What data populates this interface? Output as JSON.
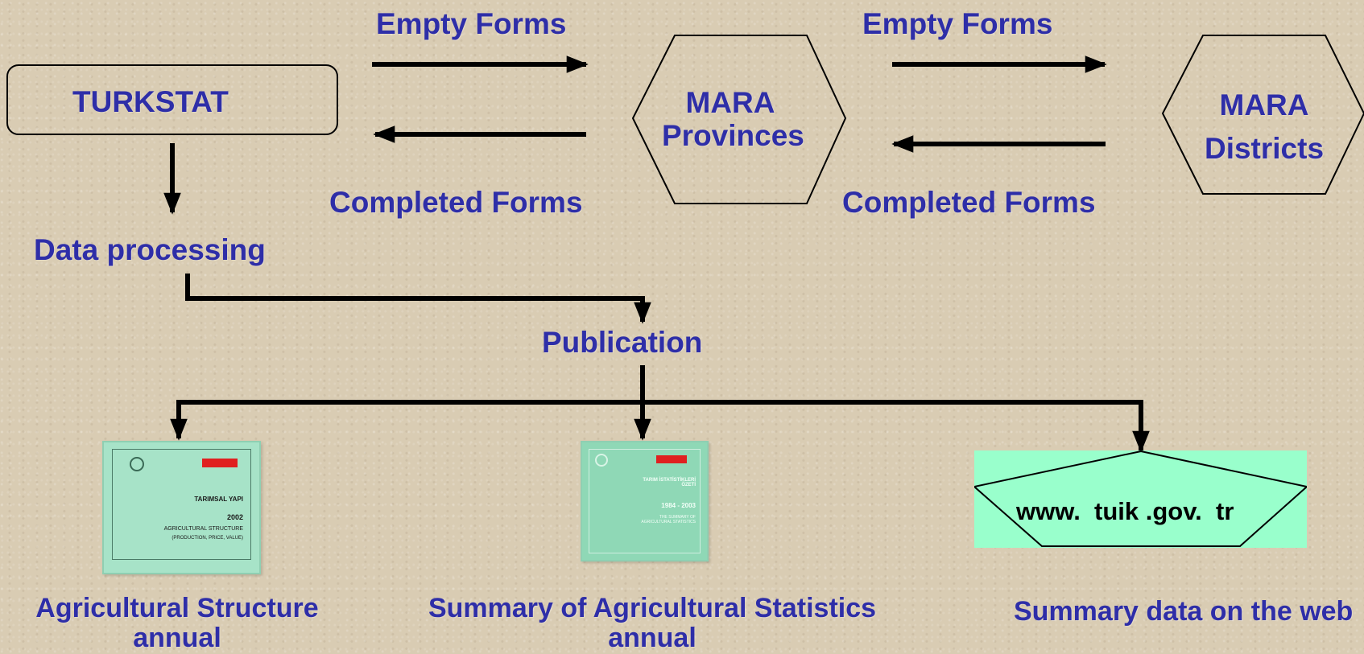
{
  "nodes": {
    "turkstat": "TURKSTAT",
    "mara_provinces": [
      "MARA",
      "Provinces"
    ],
    "mara_districts": [
      "MARA",
      "Districts"
    ],
    "data_processing": "Data processing",
    "publication": "Publication"
  },
  "edges": {
    "empty_forms_1": "Empty Forms",
    "empty_forms_2": "Empty Forms",
    "completed_forms_1": "Completed Forms",
    "completed_forms_2": "Completed Forms"
  },
  "outputs": {
    "agri_structure": [
      "Agricultural Structure",
      "annual"
    ],
    "agri_summary": [
      "Summary of Agricultural Statistics",
      "annual"
    ],
    "web": "Summary data on the web",
    "web_url": "www.  tuik .gov.  tr"
  },
  "covers": {
    "agri_structure": {
      "title": "TARIMSAL YAPI",
      "year": "2002",
      "subtitle": "AGRICULTURAL STRUCTURE",
      "note": "(PRODUCTION, PRICE, VALUE)"
    },
    "agri_summary": {
      "title": "TARIM İSTATİSTİKLERİ ÖZETİ",
      "years": "1984 - 2003",
      "subtitle": "THE SUMMARY OF AGRICULTURAL STATISTICS"
    }
  },
  "colors": {
    "text": "#2e2ea8",
    "arrow": "#000000",
    "background": "#d9ccb3",
    "web_box": "#99ffcc",
    "cover": "#a7e3c8"
  }
}
